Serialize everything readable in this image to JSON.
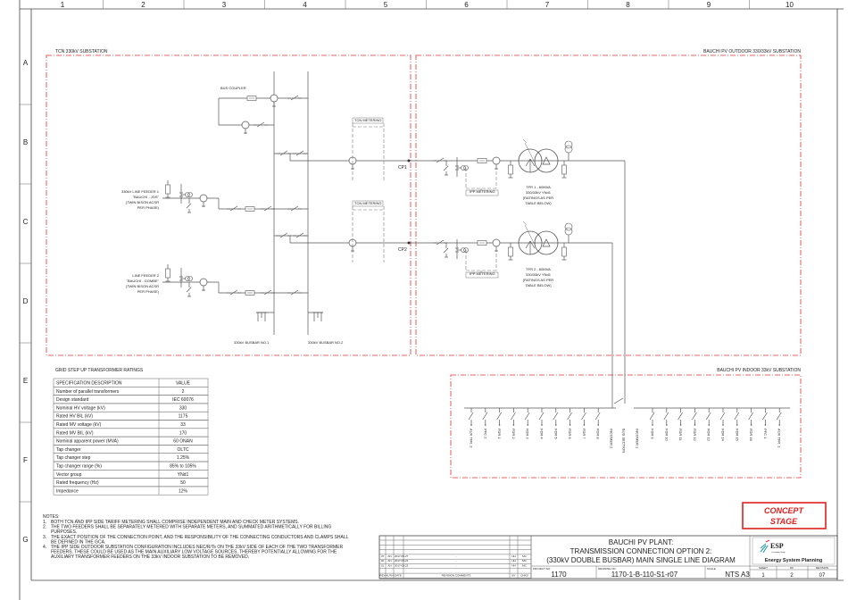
{
  "grid": {
    "columns": [
      "1",
      "2",
      "3",
      "4",
      "5",
      "6",
      "7",
      "8",
      "9",
      "10"
    ],
    "rows": [
      "A",
      "B",
      "C",
      "D",
      "E",
      "F",
      "G"
    ]
  },
  "tcn": {
    "title": "TCN 330kV SUBSTATION",
    "bus_coupler": "BUS COUPLER",
    "tcn_metering_1": "TCN METERING",
    "tcn_metering_2": "TCN METERING",
    "feeder1": [
      "330kV LINE FEEDER 1",
      "\"BAUCHI - JOS\"",
      "(TWIN BISON ACSR",
      "PER PHASE)"
    ],
    "feeder2": [
      "LINE FEEDER 2",
      "\"BAUCHI - GOMBE\"",
      "(TWIN BISON ACSR",
      "PER PHASE)"
    ],
    "busbar1": "330kV BUSBAR NO.1",
    "busbar2": "330kV BUSBAR NO.2",
    "cp1": "CP1",
    "cp2": "CP2"
  },
  "outdoor": {
    "title": "BAUCHI PV OUTDOOR 330/33kV SUBSTATION",
    "ipp_metering_1": "IPP METERING",
    "ipp_metering_2": "IPP METERING",
    "tfr1": [
      "TFR 1 - 60MVA",
      "330/33kV YNd1",
      "(RATINGS AS PER",
      "TABLE BELOW)"
    ],
    "tfr2": [
      "TFR 2 - 60MVA",
      "330/33kV YNd1",
      "(RATINGS AS PER",
      "TABLE BELOW)"
    ]
  },
  "indoor": {
    "title": "BAUCHI PV INDOOR 33kV SUBSTATION",
    "left_feeders": [
      "AUX TFR. 2",
      "PFC 2",
      "FDR 1",
      "FDR 2",
      "FDR 3",
      "FDR 4",
      "FDR 5",
      "FDR 6",
      "FDR 7",
      "FDR 8"
    ],
    "incomer2": "INCOMER 2",
    "bus_section": "BUS SECTION",
    "incomer1": "INCOMER 1",
    "right_feeders": [
      "FDR 9",
      "FDR 10",
      "FDR 11",
      "FDR 12",
      "FDR 13",
      "FDR 14",
      "FDR 15",
      "FDR 16",
      "PFC 1",
      "AUX TFR. 1"
    ]
  },
  "ratings": {
    "title": "GRID STEP UP TRANSFORMER RATINGS",
    "headers": [
      "SPECIFICATION DESCRIPTION",
      "VALUE"
    ],
    "rows": [
      [
        "Number of parallel transformers",
        "2"
      ],
      [
        "Design standard",
        "IEC 60076"
      ],
      [
        "Nominal HV voltage (kV)",
        "330"
      ],
      [
        "Rated HV BIL (kV)",
        "1175"
      ],
      [
        "Rated MV voltage (kV)",
        "33"
      ],
      [
        "Rated MV BIL (kV)",
        "170"
      ],
      [
        "Nominal apparent power (MVA)",
        "60 ONAN"
      ],
      [
        "Tap changer",
        "OLTC"
      ],
      [
        "Tap changer step",
        "1.25%"
      ],
      [
        "Tap changer range (%)",
        "85% to 105%"
      ],
      [
        "Vector group",
        "YNd1"
      ],
      [
        "Rated frequency (Hz)",
        "50"
      ],
      [
        "Impedance",
        "12%"
      ]
    ]
  },
  "notes": {
    "title": "NOTES:",
    "items": [
      {
        "num": "1.",
        "lines": [
          "BOTH TCN AND IPP SIDE TARIFF METERING SHALL COMPRISE INDEPENDENT MAIN AND CHECK METER SYSTEMS."
        ]
      },
      {
        "num": "2.",
        "lines": [
          "THE TWO FEEDERS SHALL BE SEPARATELY METERED WITH SEPARATE METERS, AND SUMMATED ARITHMETICALLY FOR BILLING",
          "PURPOSES."
        ]
      },
      {
        "num": "3.",
        "lines": [
          "THE EXACT POSITION OF THE CONNECTION POINT, AND THE RESPONSIBILITY OF THE CONNECTING CONDUCTORS  AND CLAMPS SHALL",
          "BE DEFINED IN THE GCA."
        ]
      },
      {
        "num": "4.",
        "lines": [
          "THE IPP SIDE OUTDOOR SUBSTATION CONFIGURATION INCLUDES NEC/R/Ts ON THE 33kV SIDE OF EACH OF THE TWO TRANSFORMER",
          "FEEDERS. THESE COULD BE USED AS THE MAIN AUXILIARY LOW VOLTAGE SOURCES, THEREBY POTENTIALLY  ALLOWING FOR THE",
          "AUXILIARY TRANSFORMER FEEDERS ON THE 33kV INDOOR SUBSTATION TO BE REMOVED."
        ]
      }
    ]
  },
  "stamp": {
    "line1": "CONCEPT",
    "line2": "STAGE",
    "color": "#e02020"
  },
  "title_block": {
    "revisions": [
      [
        "07",
        "AN",
        "2017-05-27",
        "-",
        "HH",
        "MC"
      ],
      [
        "02",
        "AN",
        "2017-05-23",
        "-",
        "HH",
        "MC"
      ],
      [
        "01",
        "AN",
        "2017-05-23",
        "-",
        "HH",
        "MC"
      ]
    ],
    "rev_headers": [
      "REV",
      "AUTH",
      "DATE",
      "REVISION COMMENTS",
      "BY",
      "CHKD"
    ],
    "title": [
      "BAUCHI PV PLANT:",
      "TRANSMISSION CONNECTION OPTION 2:",
      "(330kV DOUBLE BUSBAR) MAIN SINGLE LINE DIAGRAM"
    ],
    "project_no_label": "PROJECT NO",
    "project_no": "1170",
    "drawing_no_label": "DRAWING NO",
    "drawing_no": "1170-1-B-110-S1-r07",
    "scale_label": "SCALE",
    "scale": "NTS A3",
    "logo_text": "ESP",
    "logo_sub": "Consulting Group",
    "company": "Energy System Planning",
    "sheet_label": "SHEET",
    "of_label": "OF",
    "revision_label": "REVISION",
    "sheet": "1",
    "of": "2",
    "revision": "07"
  }
}
